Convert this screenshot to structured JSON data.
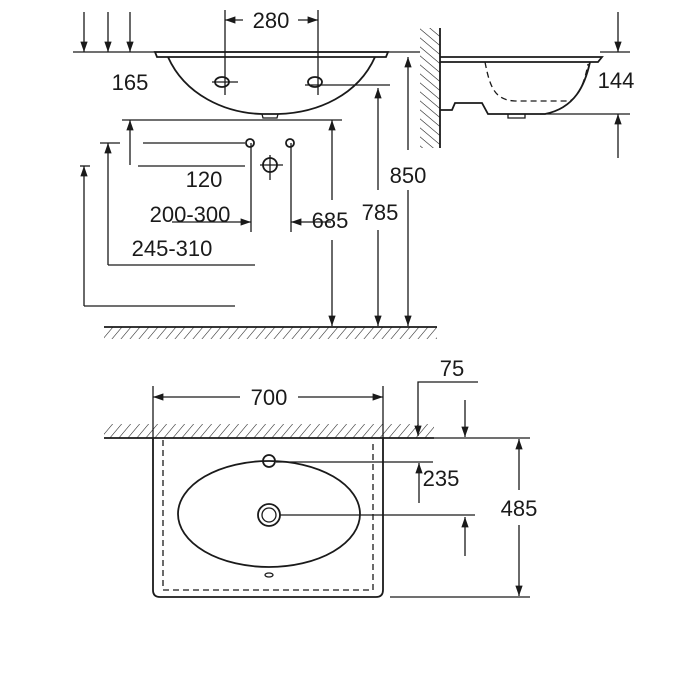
{
  "drawing": {
    "unit": "mm",
    "front_view": {
      "tap_hole_spacing": "280",
      "basin_depth": "165",
      "valve_spacing": "120",
      "valve_height_range": "200-300",
      "drain_height_range": "245-310",
      "bottom_height": "685",
      "underside_height": "785",
      "rim_height": "850"
    },
    "side_view": {
      "basin_height": "144"
    },
    "top_view": {
      "width": "700",
      "wall_offset": "75",
      "tap_hole_to_drain": "235",
      "depth": "485"
    }
  }
}
